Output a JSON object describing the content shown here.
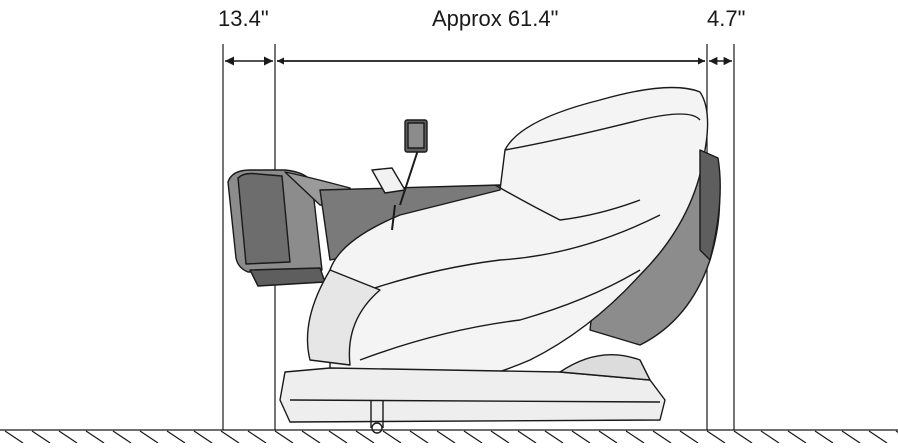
{
  "dimensions": {
    "left_clearance": "13.4\"",
    "chair_length": "Approx 61.4\"",
    "right_clearance": "4.7\""
  },
  "colors": {
    "line": "#1a1a1a",
    "shell_light": "#f2f2f2",
    "cushion_grey": "#8c8c8c",
    "cushion_dark": "#5e5e5e",
    "background": "#ffffff"
  },
  "icons": {
    "arrow": "filled-triangle-arrow",
    "floor": "hatched-ground"
  }
}
